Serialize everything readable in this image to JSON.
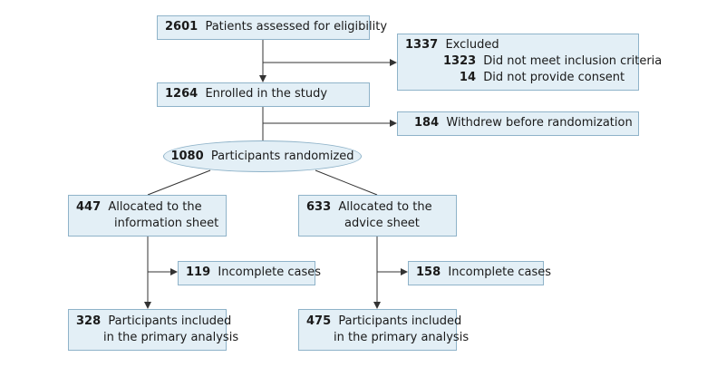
{
  "assessed": {
    "count": "2601",
    "label": "Patients assessed for eligibility"
  },
  "excluded": {
    "count": "1337",
    "label": "Excluded",
    "reasons": [
      {
        "count": "1323",
        "label": "Did not meet inclusion criteria"
      },
      {
        "count": "14",
        "label": "Did not provide consent"
      }
    ]
  },
  "enrolled": {
    "count": "1264",
    "label": "Enrolled in the study"
  },
  "withdrew": {
    "count": "184",
    "label": "Withdrew before randomization"
  },
  "randomized": {
    "count": "1080",
    "label": "Participants randomized"
  },
  "arms": [
    {
      "allocated": {
        "count": "447",
        "line1": "Allocated to the",
        "line2": "information sheet"
      },
      "incomplete": {
        "count": "119",
        "label": "Incomplete cases"
      },
      "analysis": {
        "count": "328",
        "line1": "Participants included",
        "line2": "in the primary analysis"
      }
    },
    {
      "allocated": {
        "count": "633",
        "line1": "Allocated to the",
        "line2": "advice sheet"
      },
      "incomplete": {
        "count": "158",
        "label": "Incomplete cases"
      },
      "analysis": {
        "count": "475",
        "line1": "Participants included",
        "line2": "in the primary analysis"
      }
    }
  ],
  "colors": {
    "box_fill": "#e3eff6",
    "box_border": "#8fb3c9",
    "line": "#333333"
  }
}
